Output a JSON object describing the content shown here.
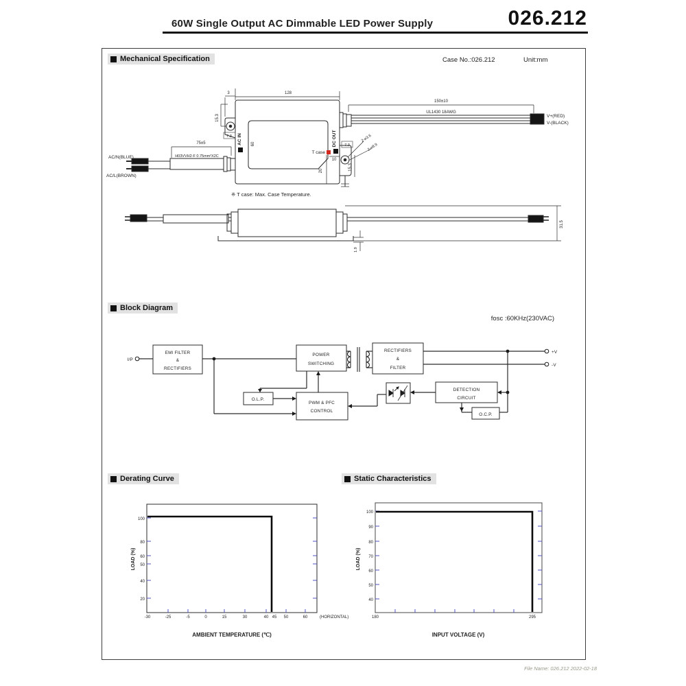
{
  "header": {
    "title": "60W Single Output AC Dimmable LED Power Supply",
    "model": "026.212"
  },
  "mechanical": {
    "section_label": "Mechanical Specification",
    "case_no": "Case No.:026.212",
    "unit": "Unit:mm",
    "note": "※ T case: Max. Case Temperature.",
    "dims": {
      "tab_offset": "3",
      "body_width": "128",
      "tab_height": "15.3",
      "hole_left": "7.3",
      "body_inner": "60",
      "input_length": "75±5",
      "output_length": "150±10",
      "hole_right": "7.3",
      "tcase_x": "10",
      "tcase_y": "20",
      "tab_height_right": "15.3",
      "side_height": "31.5",
      "plate_thickness": "1.9",
      "mount_hole_small": "2-⌀3.6",
      "mount_hole_large": "2-⌀8.9"
    },
    "labels": {
      "ac_in": "AC IN",
      "dc_out": "DC OUT",
      "wire_acn": "AC/N(BLUE)",
      "wire_acl": "AC/L(BROWN)",
      "input_cable": "H03VVH2-F 0.75mm²X2C",
      "output_cable": "UL1430 18AWG",
      "wire_vplus": "V+(RED)",
      "wire_vminus": "V-(BLACK)",
      "tcase": "T case"
    }
  },
  "block_diagram": {
    "section_label": "Block Diagram",
    "fosc": "fosc :60KHz(230VAC)",
    "input_label": "I/P",
    "emi_1": "EMI FILTER",
    "emi_2": "&",
    "emi_3": "RECTIFIERS",
    "power_1": "POWER",
    "power_2": "SWITCHING",
    "rect_1": "RECTIFIERS",
    "rect_2": "&",
    "rect_3": "FILTER",
    "olp": "O.L.P.",
    "pwm_1": "PWM & PFC",
    "pwm_2": "CONTROL",
    "det_1": "DETECTION",
    "det_2": "CIRCUIT",
    "ocp": "O.C.P.",
    "out_plus": "+V",
    "out_minus": "-V"
  },
  "derating": {
    "section_label": "Derating Curve"
  },
  "static": {
    "section_label": "Static Characteristics"
  },
  "chart_data": [
    {
      "type": "line",
      "name": "derating_curve",
      "title": "Derating Curve",
      "xlabel": "AMBIENT TEMPERATURE (℃)",
      "ylabel": "LOAD (%)",
      "xticklabels": [
        "-30",
        "-25",
        "-5",
        "0",
        "15",
        "30",
        "40",
        "45",
        "50",
        "60"
      ],
      "x_annotation": "(HORIZONTAL)",
      "yticklabels": [
        "100",
        "80",
        "60",
        "50",
        "40",
        "20"
      ],
      "xlim": [
        -30,
        70
      ],
      "ylim": [
        0,
        110
      ],
      "grid": false,
      "legend": false,
      "series": [
        {
          "name": "LOAD",
          "points": [
            [
              -30,
              100
            ],
            [
              45,
              100
            ],
            [
              45,
              0
            ]
          ]
        }
      ]
    },
    {
      "type": "line",
      "name": "static_characteristics",
      "title": "Static Characteristics",
      "xlabel": "INPUT VOLTAGE (V)",
      "ylabel": "LOAD (%)",
      "xticklabels": [
        "180",
        "295"
      ],
      "yticklabels": [
        "100",
        "90",
        "80",
        "70",
        "60",
        "50",
        "40"
      ],
      "xlim": [
        180,
        305
      ],
      "ylim": [
        30,
        105
      ],
      "grid": false,
      "legend": false,
      "series": [
        {
          "name": "LOAD",
          "points": [
            [
              180,
              100
            ],
            [
              295,
              100
            ],
            [
              295,
              30
            ]
          ]
        }
      ]
    }
  ],
  "footer": {
    "file_info": "File Name: 026.212 2022-02-18"
  },
  "colors": {
    "tick_blue": "#5353c6",
    "tcase_red": "#d42a20",
    "chip_bg": "#e2e2e2",
    "line_black": "#1a1a1a"
  }
}
